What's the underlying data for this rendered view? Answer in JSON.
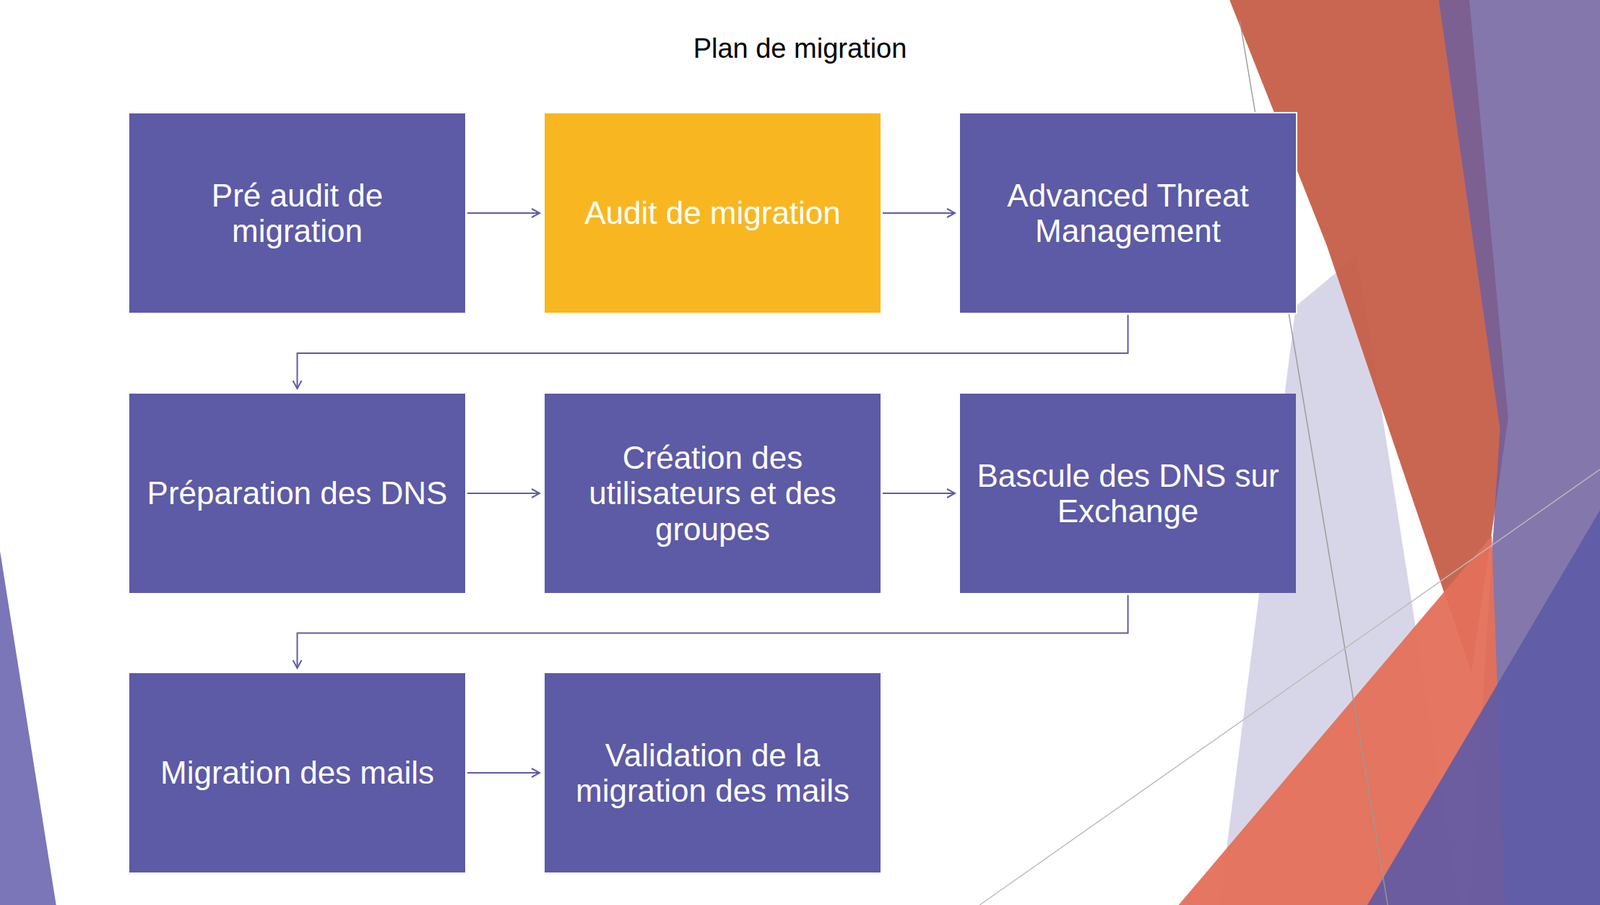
{
  "diagram": {
    "title": "Plan de migration",
    "nodes": [
      {
        "text": [
          "Pré audit de migration"
        ]
      },
      {
        "text": [
          "Audit de migration"
        ]
      },
      {
        "text": [
          "Advanced Threat Management"
        ]
      },
      {
        "text": [
          "Préparation des DNS"
        ]
      },
      {
        "text": [
          "Création des utilisateurs et des groupes"
        ]
      },
      {
        "text": [
          "Bascule des DNS sur Exchange"
        ]
      },
      {
        "text": [
          "Migration des mails"
        ]
      },
      {
        "text": [
          "Validation de la migration des mails"
        ]
      }
    ],
    "edges": [
      {
        "from": 0,
        "to": 1,
        "arrow": "to"
      },
      {
        "from": 1,
        "to": 2,
        "arrow": "to"
      },
      {
        "from": 2,
        "to": 3,
        "arrow": "to"
      },
      {
        "from": 3,
        "to": 4,
        "arrow": "to"
      },
      {
        "from": 4,
        "to": 5,
        "arrow": "to"
      },
      {
        "from": 5,
        "to": 6,
        "arrow": "to"
      },
      {
        "from": 6,
        "to": 7,
        "arrow": "to"
      }
    ]
  }
}
